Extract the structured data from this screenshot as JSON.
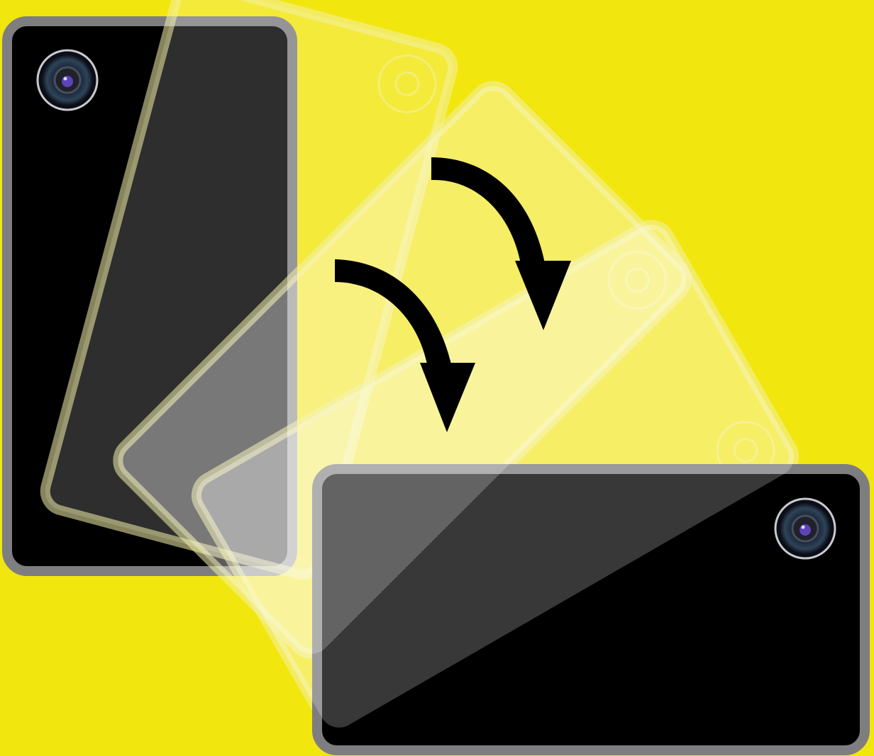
{
  "illustration": {
    "background_color": "#F2E60F",
    "phone_body_color": "#000000",
    "phone_frame_color": "#7E7E80",
    "ghost_frame_color": "#F4F0A8",
    "arrow_color": "#000000",
    "camera_ring_color": "#C9CACE",
    "camera_lens_color": "#5E43B8",
    "rotation_sequence_degrees": [
      0,
      15,
      45,
      60,
      90
    ],
    "icons": {
      "rotation_arrow": "curved-arrow-icon",
      "camera": "camera-lens-icon"
    }
  }
}
